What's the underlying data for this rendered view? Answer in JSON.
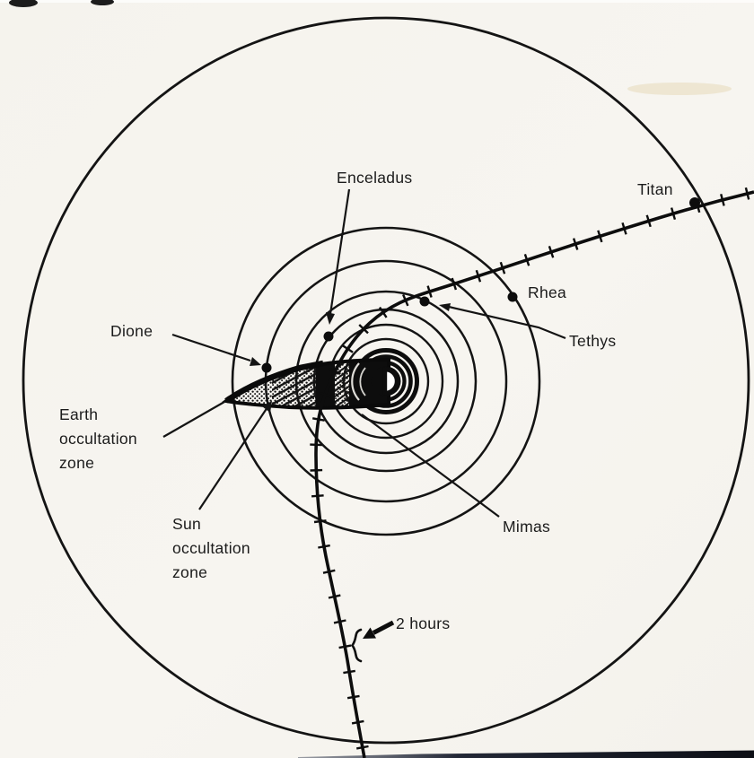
{
  "figure": {
    "kind": "saturn-flyby-trajectory-diagram",
    "paper_color": "#f6f4ee",
    "ink_color": "#141414"
  },
  "moons": [
    "Mimas",
    "Enceladus",
    "Tethys",
    "Dione",
    "Rhea",
    "Titan"
  ],
  "labels": {
    "enceladus": "Enceladus",
    "titan": "Titan",
    "rhea": "Rhea",
    "tethys": "Tethys",
    "dione": "Dione",
    "mimas": "Mimas",
    "earth_occultation": {
      "l1": "Earth",
      "l2": "occultation",
      "l3": "zone"
    },
    "sun_occultation": {
      "l1": "Sun",
      "l2": "occultation",
      "l3": "zone"
    },
    "tick_interval": "2 hours"
  }
}
